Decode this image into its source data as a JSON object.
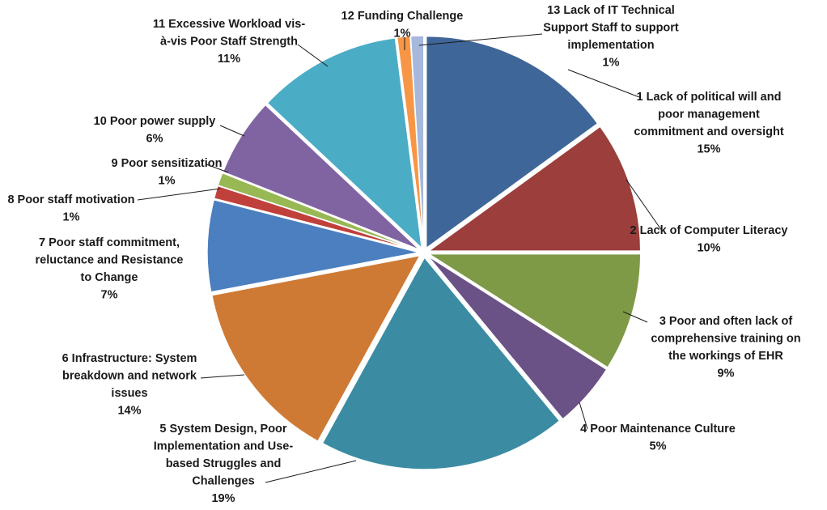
{
  "chart_data": {
    "type": "pie",
    "title": "",
    "exploded": true,
    "start_angle": "12 o'clock, clockwise",
    "slices": [
      {
        "label_lines": [
          "1 Lack of political will and",
          "poor management",
          "commitment and oversight"
        ],
        "value": 15,
        "value_label": "15%",
        "color": "#3F6698"
      },
      {
        "label_lines": [
          "2 Lack of Computer Literacy"
        ],
        "value": 10,
        "value_label": "10%",
        "color": "#9B3E3C"
      },
      {
        "label_lines": [
          "3 Poor and often lack of",
          "comprehensive training on",
          "the workings of EHR"
        ],
        "value": 9,
        "value_label": "9%",
        "color": "#7F9A47"
      },
      {
        "label_lines": [
          "4 Poor Maintenance Culture"
        ],
        "value": 5,
        "value_label": "5%",
        "color": "#6A5186"
      },
      {
        "label_lines": [
          "5 System Design, Poor",
          "Implementation and Use-",
          "based Struggles and",
          "Challenges"
        ],
        "value": 19,
        "value_label": "19%",
        "color": "#3B8CA2"
      },
      {
        "label_lines": [
          "6 Infrastructure: System",
          "breakdown and network",
          "issues"
        ],
        "value": 14,
        "value_label": "14%",
        "color": "#CE7A35"
      },
      {
        "label_lines": [
          "7 Poor staff commitment,",
          "reluctance and Resistance",
          "to Change"
        ],
        "value": 7,
        "value_label": "7%",
        "color": "#4B7FC0"
      },
      {
        "label_lines": [
          "8 Poor staff motivation"
        ],
        "value": 1,
        "value_label": "1%",
        "color": "#C0403C"
      },
      {
        "label_lines": [
          "9 Poor sensitization"
        ],
        "value": 1,
        "value_label": "1%",
        "color": "#97B853"
      },
      {
        "label_lines": [
          "10 Poor power supply"
        ],
        "value": 6,
        "value_label": "6%",
        "color": "#8064A2"
      },
      {
        "label_lines": [
          "11 Excessive Workload vis-",
          "à-vis Poor Staff Strength"
        ],
        "value": 11,
        "value_label": "11%",
        "color": "#4BACC6"
      },
      {
        "label_lines": [
          "12 Funding Challenge"
        ],
        "value": 1,
        "value_label": "1%",
        "color": "#F79646"
      },
      {
        "label_lines": [
          "13 Lack of IT Technical",
          "Support Staff to support",
          "implementation"
        ],
        "value": 1,
        "value_label": "1%",
        "color": "#A6B8DC"
      }
    ]
  }
}
